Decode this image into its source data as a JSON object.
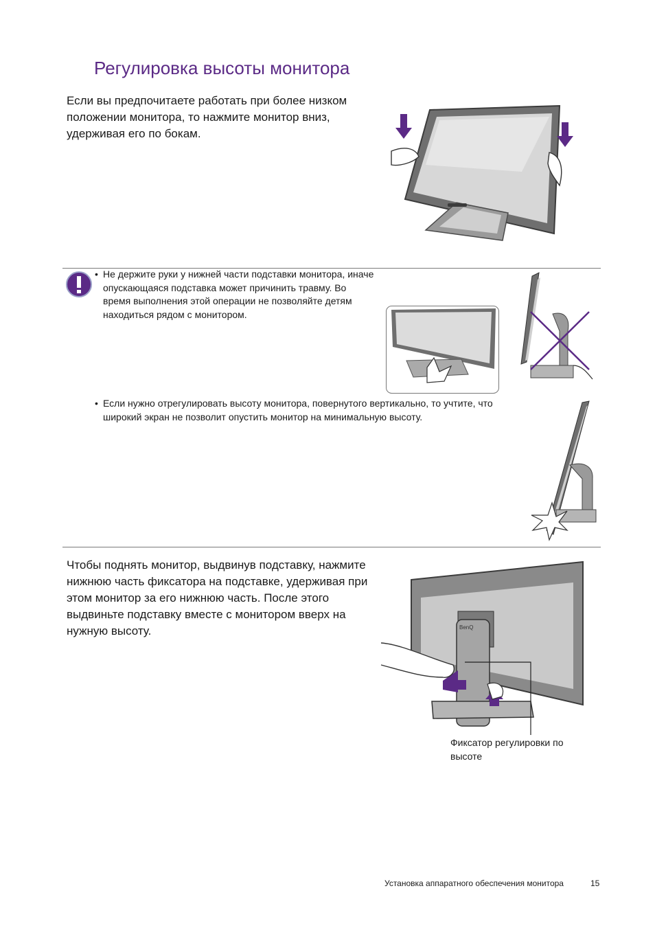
{
  "page": {
    "title": "Регулировка высоты монитора",
    "intro": "Если вы предпочитаете работать при более низком положении монитора, то нажмите монитор вниз, удерживая его по бокам.",
    "warnings": [
      "Не держите руки у нижней части подставки монитора, иначе опускающаяся подставка может причинить травму. Во время выполнения этой операции не позволяйте детям находиться рядом с монитором.",
      "Если нужно отрегулировать высоту монитора, повернутого вертикально, то учтите, что широкий экран не позволит опустить монитор на минимальную высоту."
    ],
    "raise_text": "Чтобы поднять монитор, выдвинув подставку, нажмите нижнюю часть фиксатора на подставке, удерживая при этом монитор за его нижнюю часть. После этого выдвиньте подставку вместе с монитором вверх на нужную высоту.",
    "callout_label": "Фиксатор регулировки по высоте",
    "brand_label": "BenQ"
  },
  "footer": {
    "section": "Установка аппаратного обеспечения монитора",
    "page_number": "15"
  },
  "colors": {
    "accent": "#5b2a86",
    "warning_icon": "#5b2a86",
    "monitor_gray": "#8a8a8a",
    "screen_gray": "#cfcfcf"
  },
  "icons": [
    "warning-exclamation-icon",
    "arrow-down-icon",
    "arrow-up-icon",
    "cross-out-icon"
  ]
}
